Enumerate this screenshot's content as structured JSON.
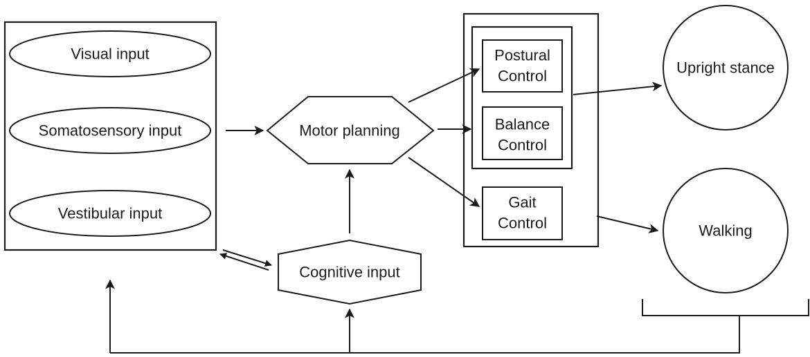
{
  "sensory": {
    "visual": "Visual input",
    "somatosensory": "Somatosensory input",
    "vestibular": "Vestibular input"
  },
  "motor_planning": "Motor planning",
  "cognitive_input": "Cognitive input",
  "control": {
    "postural_1": "Postural",
    "postural_2": "Control",
    "balance_1": "Balance",
    "balance_2": "Control",
    "gait_1": "Gait",
    "gait_2": "Control"
  },
  "outcomes": {
    "upright_stance": "Upright stance",
    "walking": "Walking"
  }
}
